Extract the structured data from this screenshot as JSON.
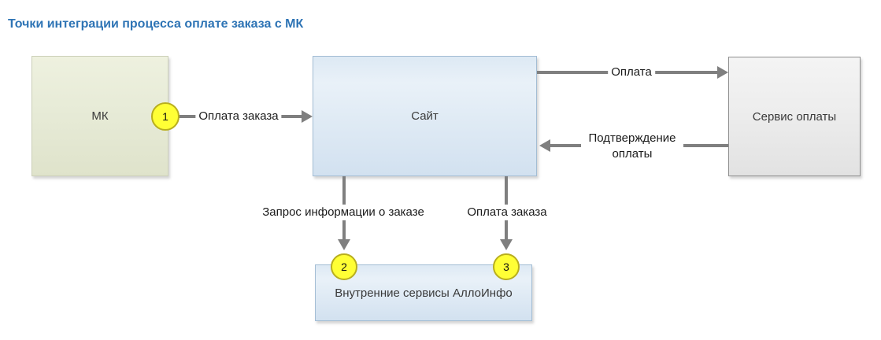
{
  "title": "Точки интеграции процесса оплате заказа с МК",
  "colors": {
    "title_text": "#2E74B5",
    "arrow": "#7F7F7F",
    "badge_fill": "#FFFF35",
    "badge_border": "#B8AE1E",
    "mk_box_fill": "#E6EAD6",
    "site_box_fill": "#DCE8F3",
    "payment_service_box_fill": "#EDEDED",
    "edge_label_text": "#1A1A1A"
  },
  "nodes": {
    "mk": {
      "label": "МК"
    },
    "site": {
      "label": "Сайт"
    },
    "payment_service": {
      "label": "Сервис оплаты"
    },
    "internal_services": {
      "label": "Внутренние сервисы АллоИнфо"
    }
  },
  "edges": {
    "mk_to_site": {
      "label": "Оплата заказа",
      "badge": "1"
    },
    "site_to_payment": {
      "label": "Оплата"
    },
    "payment_to_site": {
      "label": "Подтверждение оплаты"
    },
    "site_to_internal_info": {
      "label": "Запрос информации о заказе",
      "badge": "2"
    },
    "site_to_internal_payment": {
      "label": "Оплата заказа",
      "badge": "3"
    }
  }
}
